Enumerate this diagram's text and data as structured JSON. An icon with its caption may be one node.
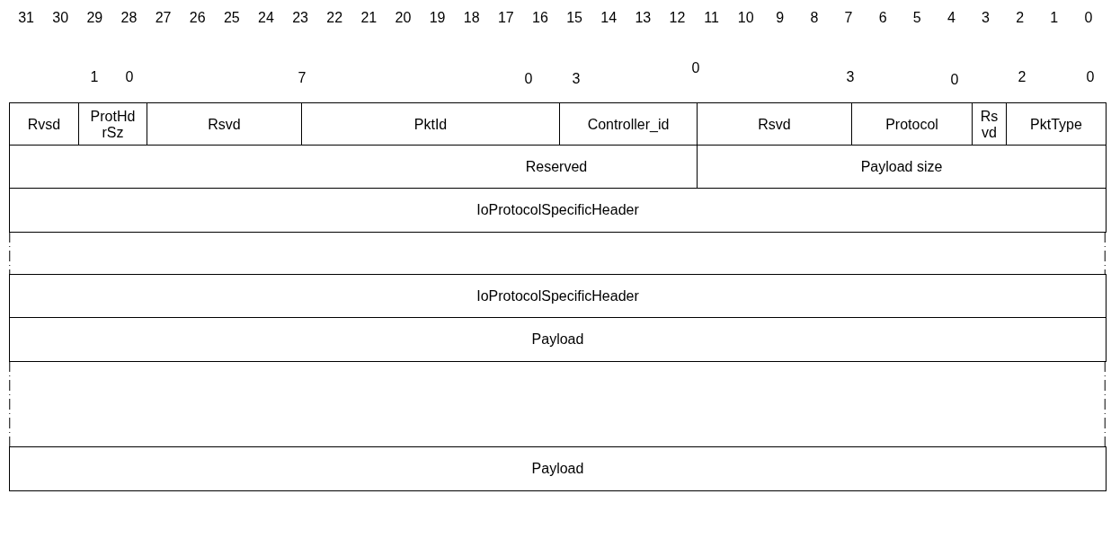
{
  "diagram": {
    "nodes": [
      {
        "text": [
          "Rvsd"
        ]
      },
      {
        "text": [
          "ProtHdrSz"
        ]
      },
      {
        "text": [
          "Rsvd"
        ]
      },
      {
        "text": [
          "PktId"
        ]
      },
      {
        "text": [
          "Controller_id"
        ]
      },
      {
        "text": [
          "Rsvd"
        ]
      },
      {
        "text": [
          "Protocol"
        ]
      },
      {
        "text": [
          "Rsvd"
        ]
      },
      {
        "text": [
          "PktType"
        ]
      },
      {
        "text": [
          "Reserved"
        ]
      },
      {
        "text": [
          "Payload size"
        ]
      },
      {
        "text": [
          "IoProtocolSpecificHeader"
        ]
      },
      {
        "text": [
          "IoProtocolSpecificHeader"
        ]
      },
      {
        "text": [
          "Payload"
        ]
      },
      {
        "text": [
          "Payload"
        ]
      }
    ],
    "edges": [],
    "labels": [
      "31",
      "30",
      "29",
      "28",
      "27",
      "26",
      "25",
      "24",
      "23",
      "22",
      "21",
      "20",
      "19",
      "18",
      "17",
      "16",
      "15",
      "14",
      "13",
      "12",
      "11",
      "10",
      "9",
      "8",
      "7",
      "6",
      "5",
      "4",
      "3",
      "2",
      "1",
      "0",
      "1",
      "0",
      "7",
      "0",
      "3",
      "0",
      "3",
      "0",
      "2",
      "0"
    ]
  }
}
